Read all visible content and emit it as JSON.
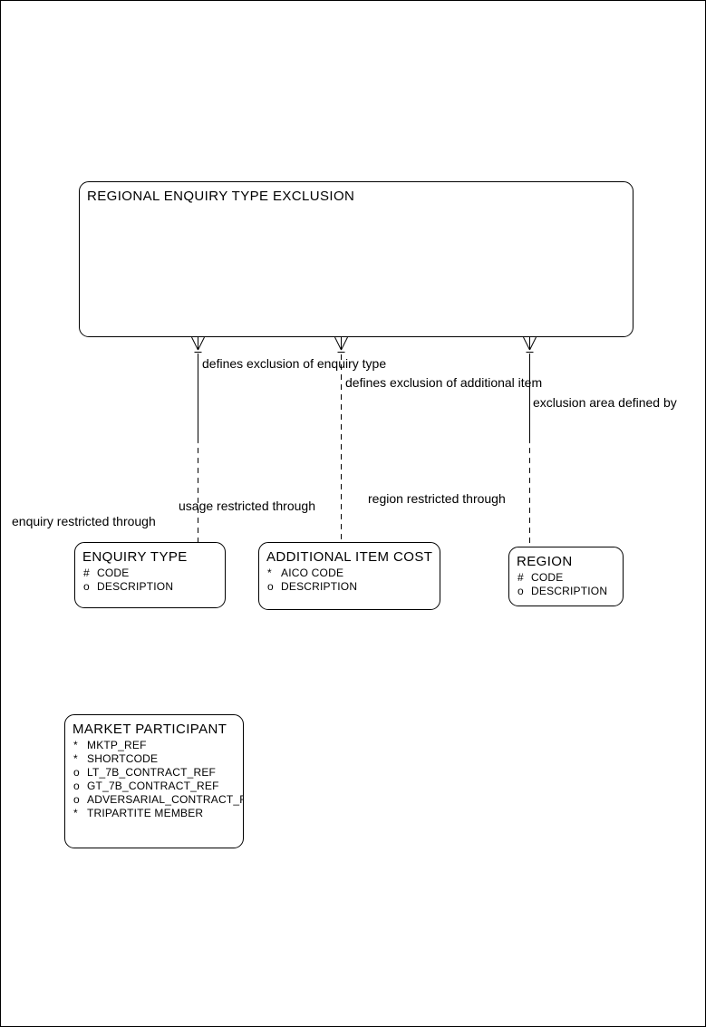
{
  "colors": {
    "background": "#ffffff",
    "line": "#000000",
    "text": "#000000"
  },
  "entities": {
    "root": {
      "title": "REGIONAL ENQUIRY TYPE EXCLUSION",
      "attributes": []
    },
    "enquiry_type": {
      "title": "ENQUIRY TYPE",
      "attributes": [
        {
          "marker": "#",
          "name": "CODE"
        },
        {
          "marker": "o",
          "name": "DESCRIPTION"
        }
      ]
    },
    "additional_item_cost": {
      "title": "ADDITIONAL ITEM COST",
      "attributes": [
        {
          "marker": "*",
          "name": "AICO CODE"
        },
        {
          "marker": "o",
          "name": "DESCRIPTION"
        }
      ]
    },
    "region": {
      "title": "REGION",
      "attributes": [
        {
          "marker": "#",
          "name": "CODE"
        },
        {
          "marker": "o",
          "name": "DESCRIPTION"
        }
      ]
    },
    "market_participant": {
      "title": "MARKET PARTICIPANT",
      "attributes": [
        {
          "marker": "*",
          "name": "MKTP_REF"
        },
        {
          "marker": "*",
          "name": "SHORTCODE"
        },
        {
          "marker": "o",
          "name": "LT_7B_CONTRACT_REF"
        },
        {
          "marker": "o",
          "name": "GT_7B_CONTRACT_REF"
        },
        {
          "marker": "o",
          "name": "ADVERSARIAL_CONTRACT_REF"
        },
        {
          "marker": "*",
          "name": "TRIPARTITE MEMBER"
        }
      ]
    }
  },
  "relationships": [
    {
      "parent_label": "defines exclusion of enquiry type",
      "child_label": "enquiry restricted through"
    },
    {
      "parent_label": "defines exclusion of additional item",
      "child_label": "usage restricted through"
    },
    {
      "parent_label": "exclusion area defined by",
      "child_label": "region restricted through"
    }
  ]
}
